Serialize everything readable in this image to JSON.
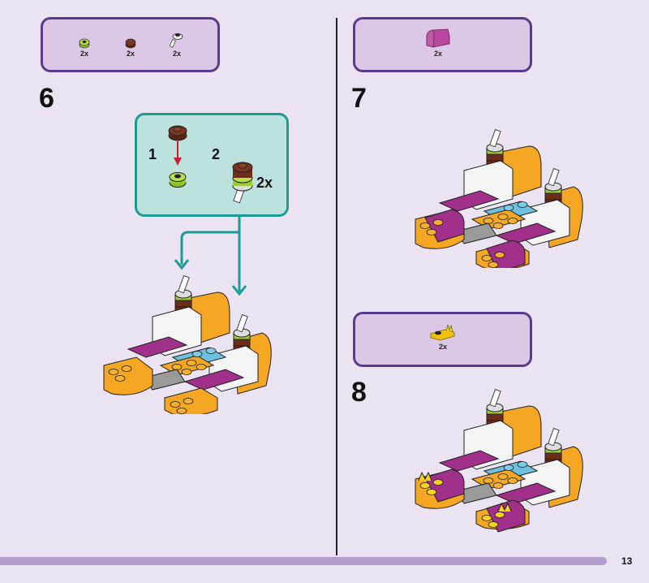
{
  "page": {
    "number": "13"
  },
  "steps": [
    {
      "number": "6",
      "parts": [
        {
          "name": "lime-round-plate",
          "qty": "2x",
          "color": "#9ccc3a"
        },
        {
          "name": "brown-round-plate",
          "qty": "2x",
          "color": "#6b2e1a"
        },
        {
          "name": "white-clip-bar",
          "qty": "2x",
          "color": "#f2f2f2"
        }
      ],
      "sub_assembly": {
        "steps": [
          "1",
          "2"
        ],
        "qty": "2x"
      }
    },
    {
      "number": "7",
      "parts": [
        {
          "name": "magenta-curved-slope",
          "qty": "2x",
          "color": "#b8489e"
        }
      ]
    },
    {
      "number": "8",
      "parts": [
        {
          "name": "yellow-clip-plate",
          "qty": "2x",
          "color": "#f5d21e"
        }
      ]
    }
  ],
  "colors": {
    "background": "#ebe2f2",
    "parts_box": "#dcc8e6",
    "parts_border": "#5a3a8c",
    "sub_box": "#bde2de",
    "sub_border": "#1a9c94",
    "arrow_red": "#c8202c",
    "orange": "#f5a623",
    "magenta": "#a0308a",
    "azure": "#6ec0de"
  }
}
